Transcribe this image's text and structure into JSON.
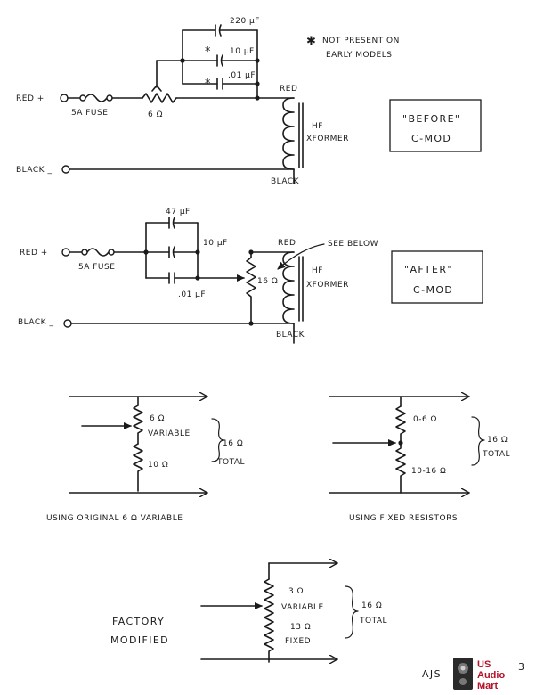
{
  "before": {
    "red_in": "RED +",
    "black_in": "BLACK _",
    "fuse": "5A FUSE",
    "pot": "6 Ω",
    "cap1": "220 µF",
    "cap2": "10 µF",
    "cap3": ".01 µF",
    "star1": "*",
    "star2": "*",
    "note_star": "✱",
    "note_l1": "NOT PRESENT ON",
    "note_l2": "EARLY MODELS",
    "red_out": "RED",
    "black_out": "BLACK",
    "xf_l1": "HF",
    "xf_l2": "XFORMER",
    "box_l1": "\"BEFORE\"",
    "box_l2": "C-MOD"
  },
  "after": {
    "red_in": "RED +",
    "black_in": "BLACK _",
    "fuse": "5A FUSE",
    "cap1": "47 µF",
    "cap2": "10 µF",
    "cap3": ".01 µF",
    "pot": "16 Ω",
    "see_below": "SEE BELOW",
    "red_out": "RED",
    "black_out": "BLACK",
    "xf_l1": "HF",
    "xf_l2": "XFORMER",
    "box_l1": "\"AFTER\"",
    "box_l2": "C-MOD"
  },
  "variant_original": {
    "top": "6 Ω",
    "top_sub": "VARIABLE",
    "bottom": "10 Ω",
    "total_val": "16 Ω",
    "total_lbl": "TOTAL",
    "caption": "USING ORIGINAL 6 Ω VARIABLE"
  },
  "variant_fixed": {
    "top": "0-6 Ω",
    "bottom": "10-16 Ω",
    "total_val": "16 Ω",
    "total_lbl": "TOTAL",
    "caption": "USING FIXED RESISTORS"
  },
  "variant_factory": {
    "top": "3 Ω",
    "top_sub": "VARIABLE",
    "bottom": "13 Ω",
    "bottom_sub": "FIXED",
    "total_val": "16 Ω",
    "total_lbl": "TOTAL",
    "label_l1": "FACTORY",
    "label_l2": "MODIFIED"
  },
  "footer": {
    "signature": "AJS",
    "page_no": "3",
    "logo_l1": "US",
    "logo_l2": "Audio",
    "logo_l3": "Mart"
  }
}
